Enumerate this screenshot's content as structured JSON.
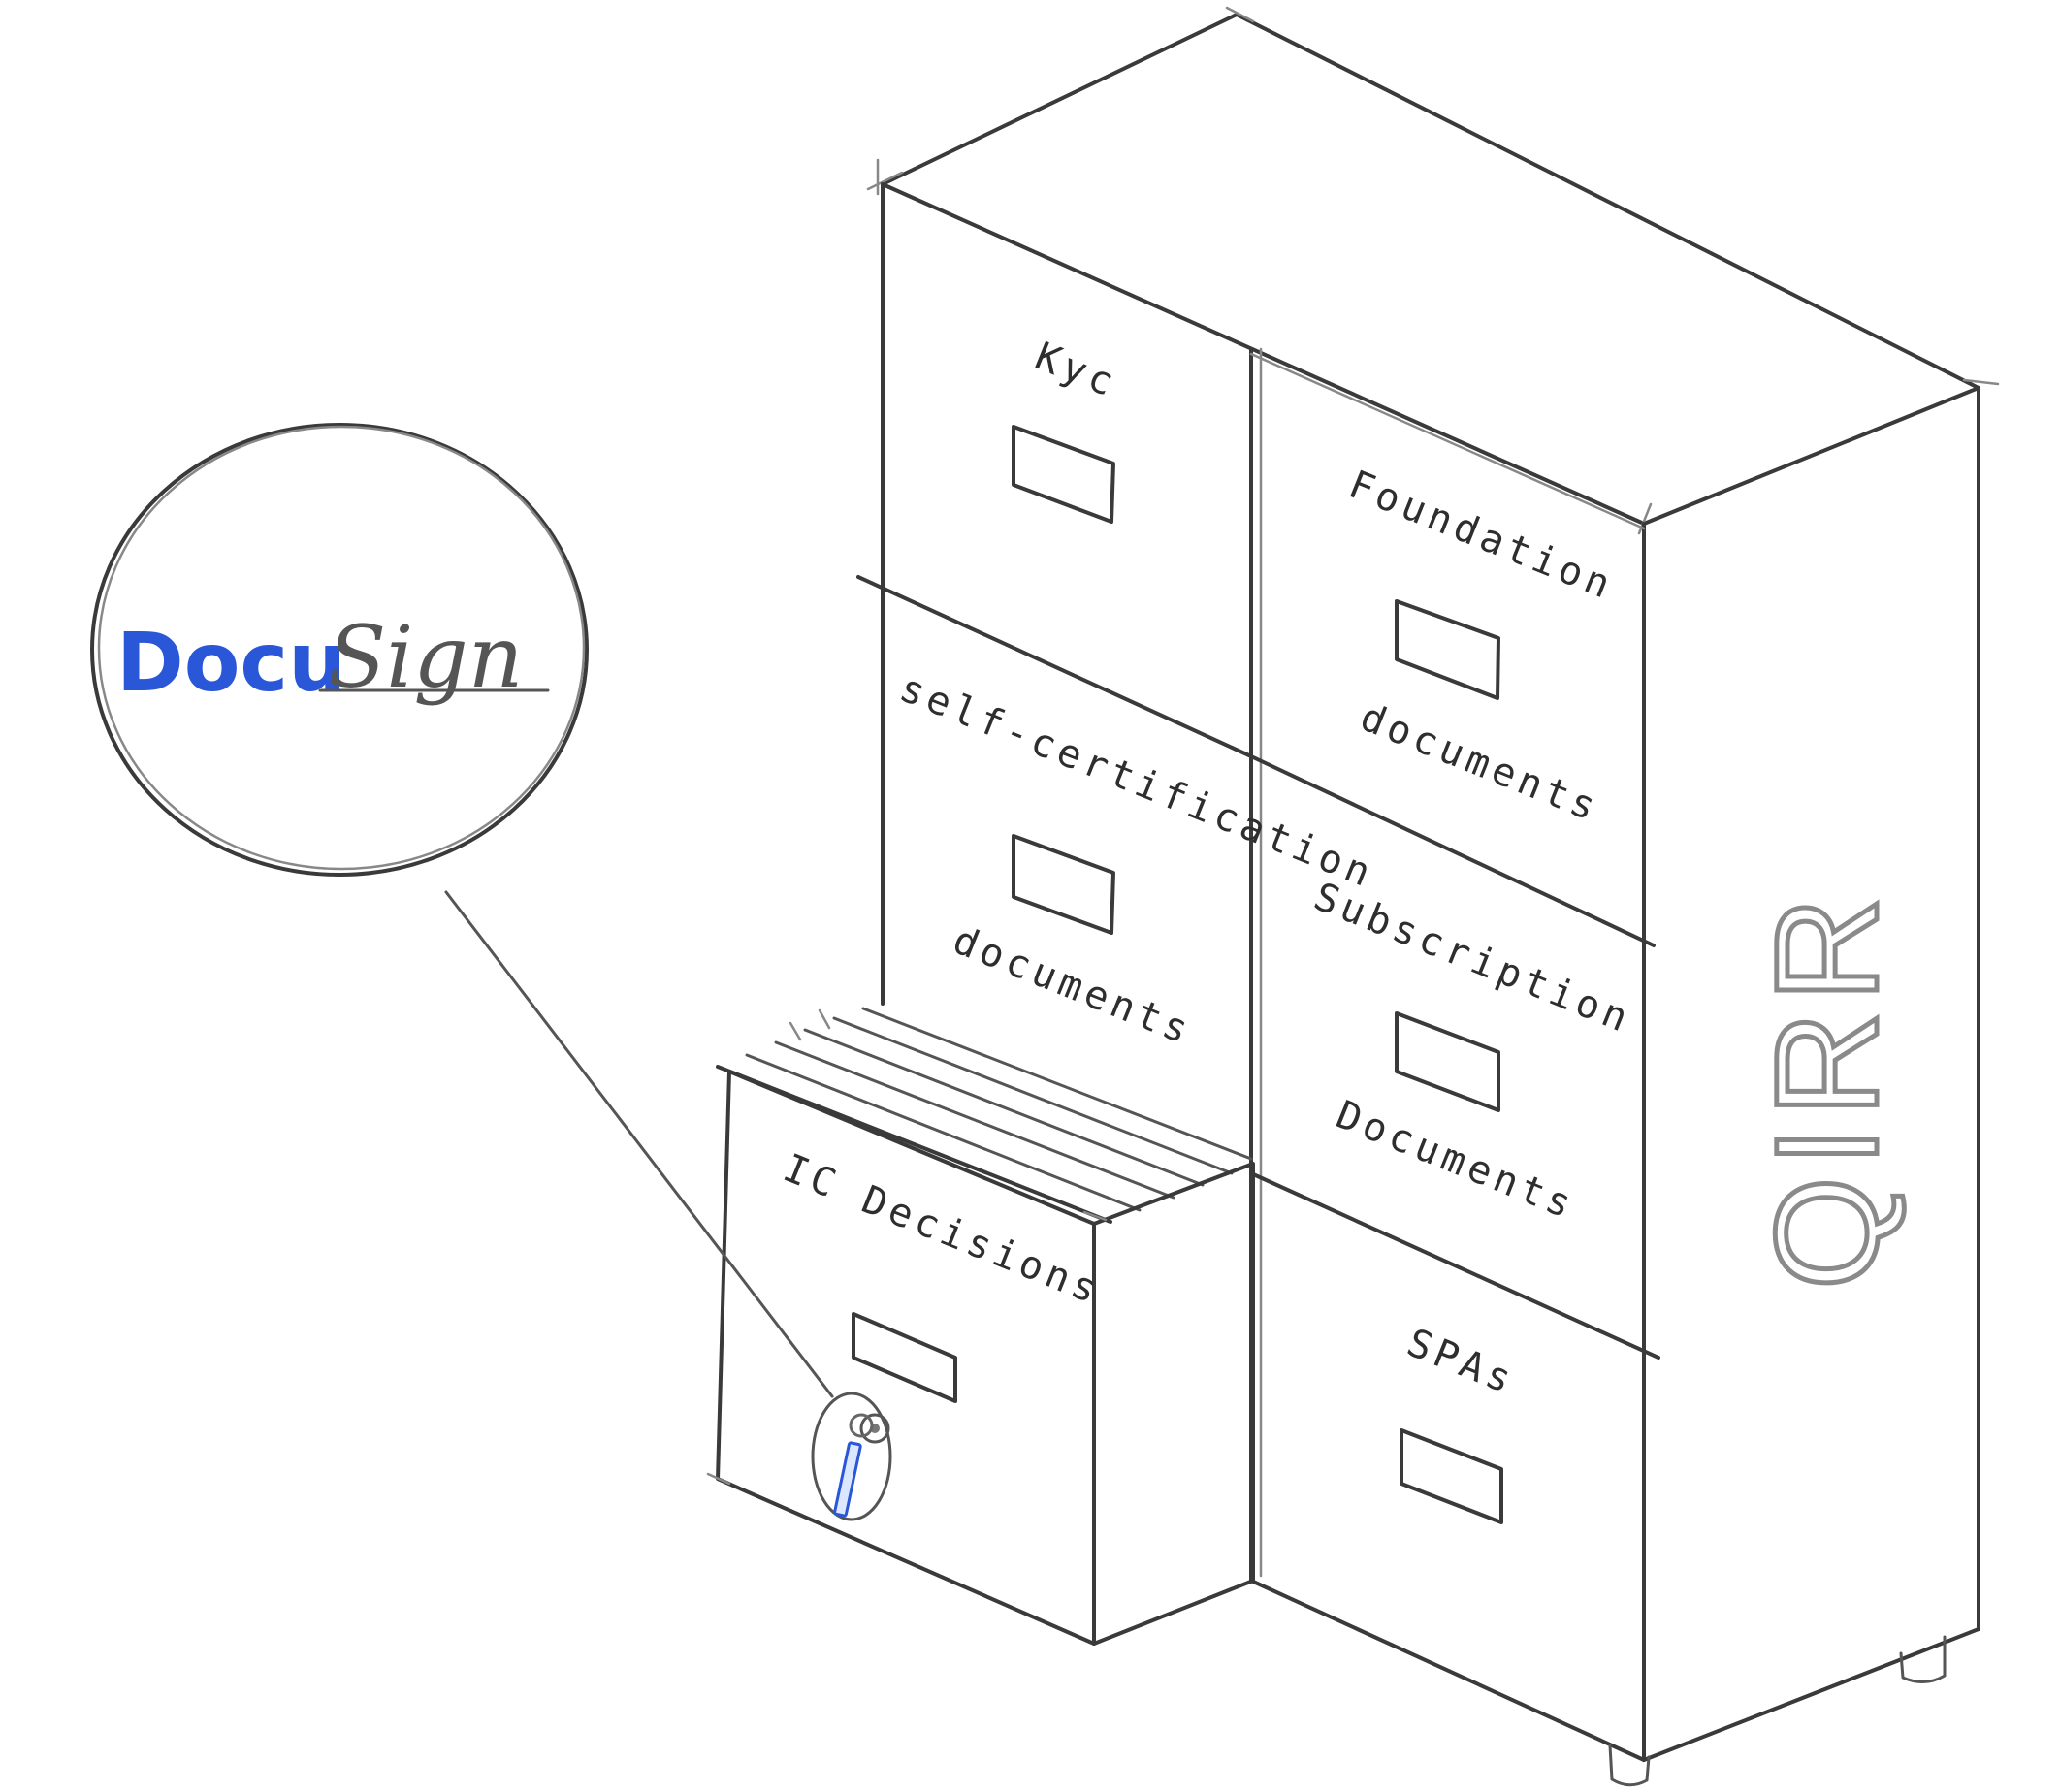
{
  "callout": {
    "logo_part_1": "Docu",
    "logo_part_2": "Sign",
    "logo_color_1": "#2a56d8",
    "logo_color_2": "#555555"
  },
  "drawers": {
    "kyc": "Kyc",
    "self_cert_line1": "self-certification",
    "self_cert_line2": "documents",
    "foundation_line1": "Foundation",
    "foundation_line2": "documents",
    "subscription_line1": "Subscription",
    "subscription_line2": "Documents",
    "spas": "SPAs",
    "ic_decisions": "IC Decisions"
  },
  "side_brand": "QIRR",
  "icons": {
    "lock": "lock-icon",
    "key": "key-icon"
  }
}
